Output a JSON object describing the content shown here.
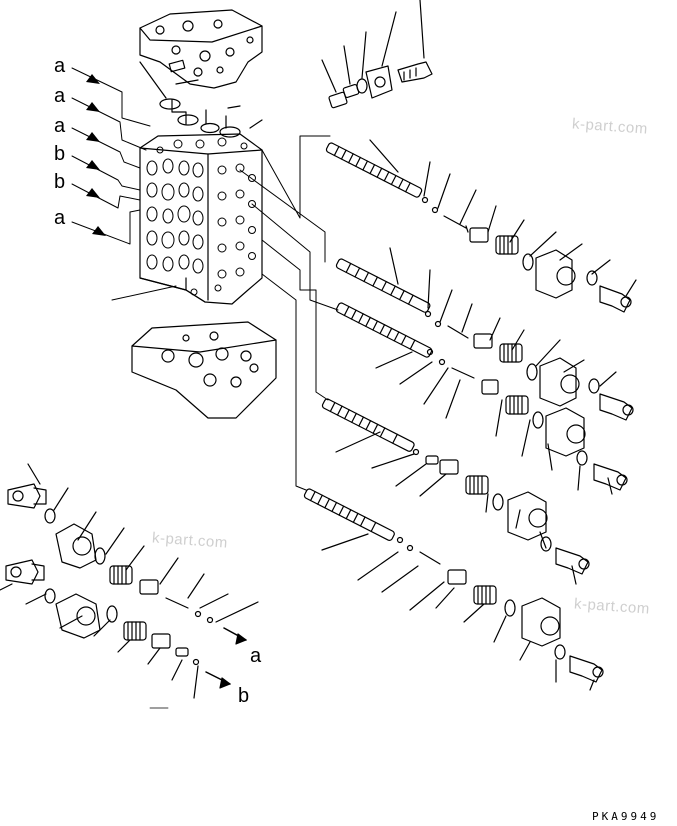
{
  "callouts": {
    "left": [
      "a",
      "a",
      "a",
      "b",
      "b",
      "a"
    ],
    "bottom_a": "a",
    "bottom_b": "b"
  },
  "watermarks": [
    "k-part.com",
    "k-part.com",
    "k-part.com"
  ],
  "drawing_code": "PKA9949"
}
